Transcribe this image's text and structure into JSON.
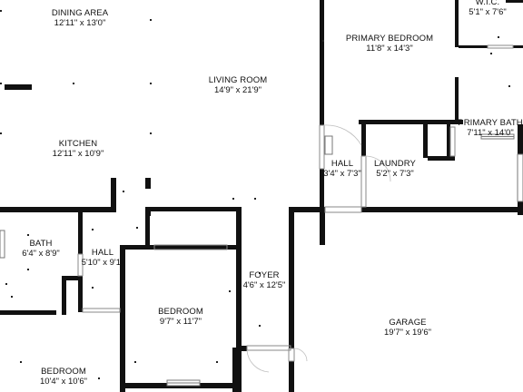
{
  "rooms": {
    "wic": {
      "name": "W.I.C.",
      "dims": "5'1\" x 7'6\""
    },
    "dining": {
      "name": "DINING AREA",
      "dims": "12'11\" x 13'0\""
    },
    "primary_bedroom": {
      "name": "PRIMARY BEDROOM",
      "dims": "11'8\" x 14'3\""
    },
    "living": {
      "name": "LIVING ROOM",
      "dims": "14'9\" x 21'9\""
    },
    "primary_bath": {
      "name": "PRIMARY BATH",
      "dims": "7'11\" x 14'0\""
    },
    "kitchen": {
      "name": "KITCHEN",
      "dims": "12'11\" x 10'9\""
    },
    "hall_upper": {
      "name": "HALL",
      "dims": "3'4\" x 7'3\""
    },
    "laundry": {
      "name": "LAUNDRY",
      "dims": "5'2\" x 7'3\""
    },
    "bath": {
      "name": "BATH",
      "dims": "6'4\" x 8'9\""
    },
    "hall_lower": {
      "name": "HALL",
      "dims": "5'10\" x 9'1\""
    },
    "foyer": {
      "name": "FOYER",
      "dims": "4'6\" x 12'5\""
    },
    "bedroom_center": {
      "name": "BEDROOM",
      "dims": "9'7\" x 11'7\""
    },
    "garage": {
      "name": "GARAGE",
      "dims": "19'7\" x 19'6\""
    },
    "bedroom_lower": {
      "name": "BEDROOM",
      "dims": "10'4\" x 10'6\""
    }
  },
  "colors": {
    "wall": "#111111",
    "background": "#ffffff",
    "window": "#9a9a9a"
  }
}
